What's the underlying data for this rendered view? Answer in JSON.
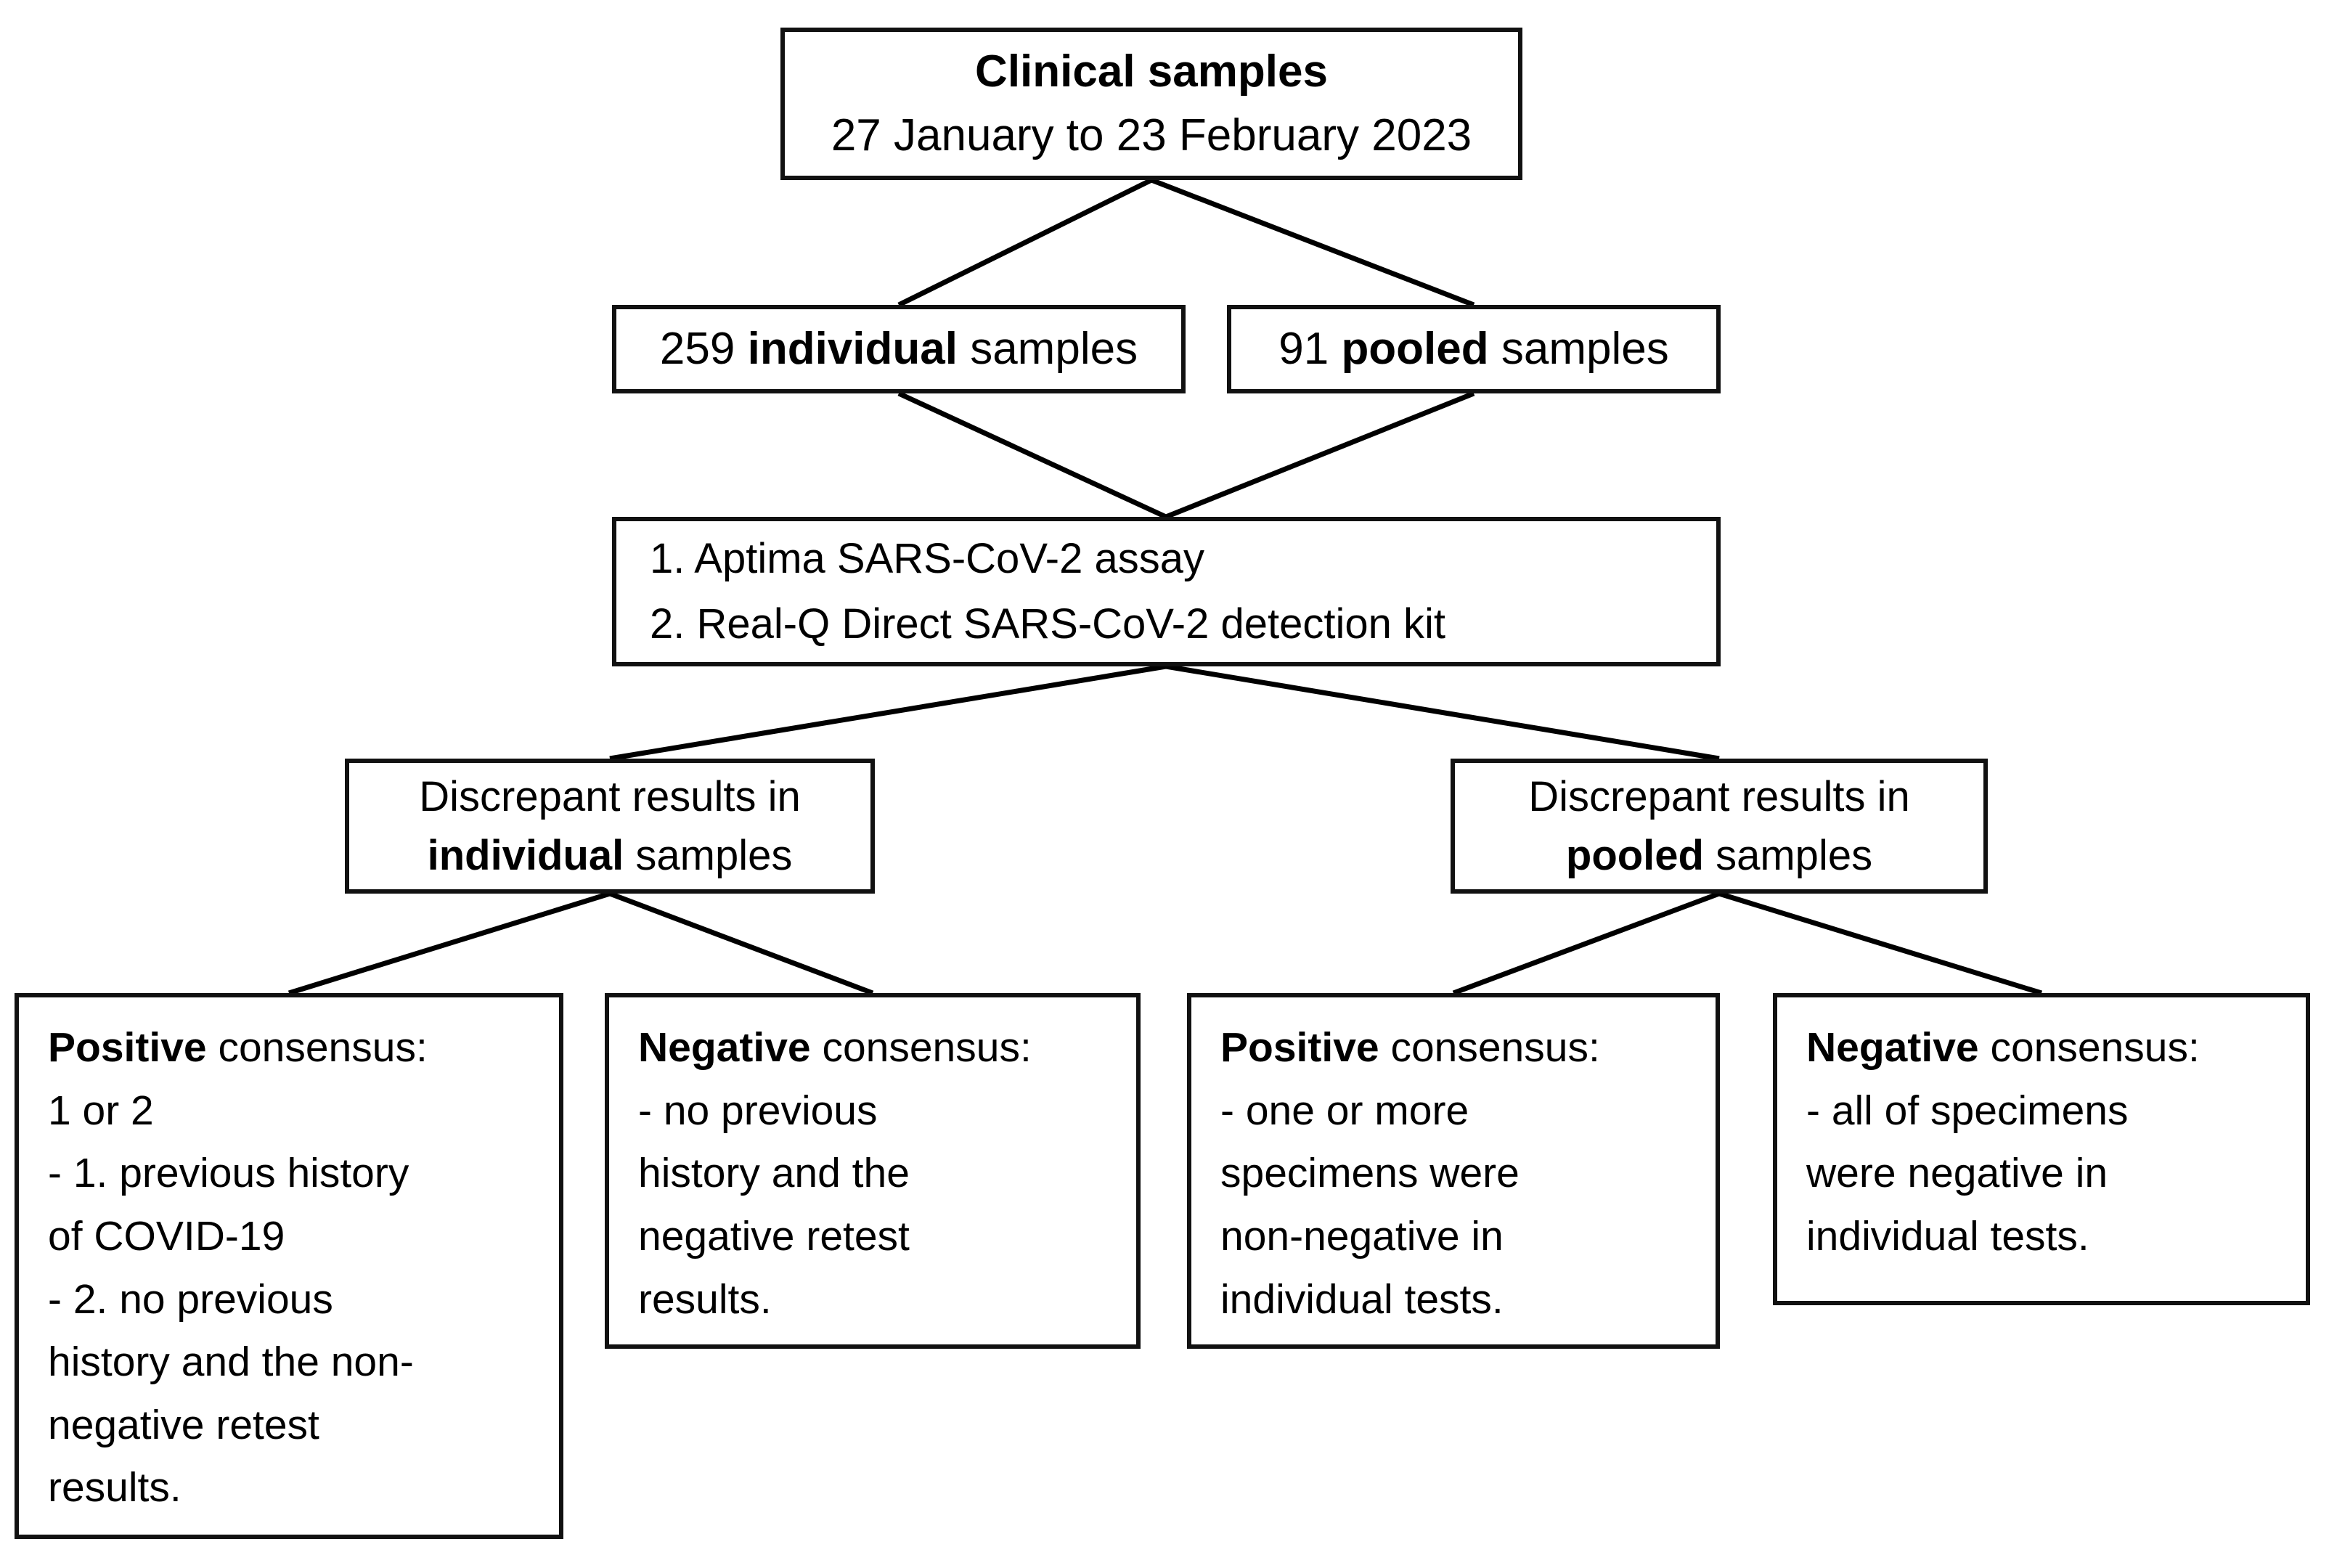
{
  "figure": {
    "type": "flowchart",
    "orientation": "top-down",
    "title_node": "clinical-samples"
  },
  "nodes": {
    "clinical_samples": {
      "title": "Clinical samples",
      "subtitle": "27 January to 23 February 2023"
    },
    "individual_samples": {
      "count": "259",
      "emphasis": "individual",
      "suffix": "samples"
    },
    "pooled_samples": {
      "count": "91",
      "emphasis": "pooled",
      "suffix": "samples"
    },
    "assay": {
      "item_1": "1. Aptima SARS-CoV-2 assay",
      "item_2": "2. Real-Q Direct SARS-CoV-2 detection kit"
    },
    "discrepant_individual": {
      "line_1": "Discrepant results in",
      "emphasis": "individual",
      "line_2_suffix": "samples"
    },
    "discrepant_pooled": {
      "line_1": "Discrepant results in",
      "emphasis": "pooled",
      "line_2_suffix": "samples"
    },
    "leaf_positive_individual": {
      "heading_emphasis": "Positive",
      "heading_rest": "consensus:",
      "lines": [
        "1 or 2",
        " - 1. previous history",
        "of COVID-19",
        " - 2. no previous",
        "history and the non-",
        "negative retest",
        "results."
      ]
    },
    "leaf_negative_individual": {
      "heading_emphasis": "Negative",
      "heading_rest": "consensus:",
      "lines": [
        " - no previous",
        "history and the",
        "negative retest",
        "results."
      ]
    },
    "leaf_positive_pooled": {
      "heading_emphasis": "Positive",
      "heading_rest": "consensus:",
      "lines": [
        " - one or more",
        "specimens were",
        "non-negative in",
        "individual tests."
      ]
    },
    "leaf_negative_pooled": {
      "heading_emphasis": "Negative",
      "heading_rest": "consensus:",
      "lines": [
        " - all of specimens",
        "were negative in",
        "individual tests."
      ]
    }
  },
  "style": {
    "line_color": "#000000",
    "box_border_color": "#111111",
    "background": "#ffffff",
    "text_color": "#000000"
  }
}
